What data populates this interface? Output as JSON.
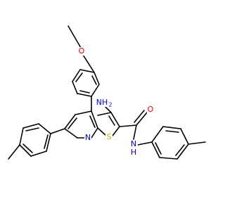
{
  "colors": {
    "bond": "#000000",
    "carbon": "#000000",
    "oxygen": "#ff0000",
    "nitrogen": "#0000ff",
    "sulfur": "#b8b800"
  },
  "labels": {
    "methoxy_oxygen": "O",
    "amino": "NH",
    "amino_subscript": "2",
    "amide_oxygen": "O",
    "amide_nh": "N",
    "amide_h": "H",
    "pyridine_nitrogen": "N",
    "thiophene_sulfur": "S"
  }
}
